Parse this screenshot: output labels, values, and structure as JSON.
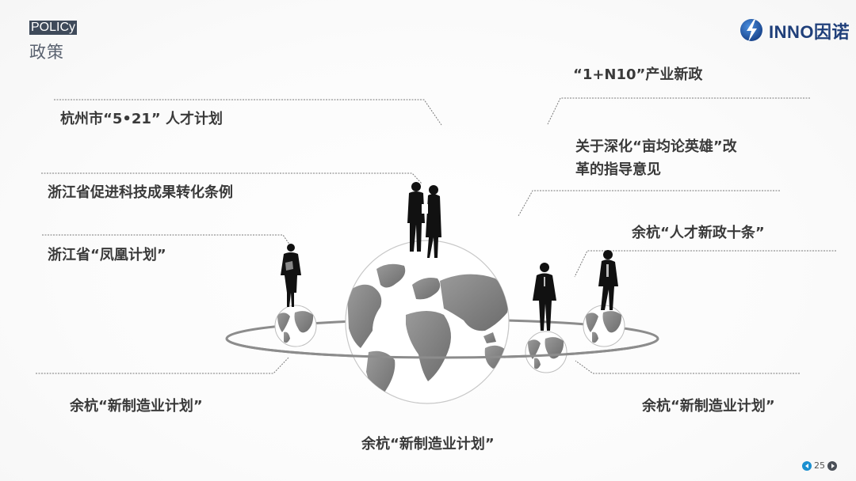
{
  "header": {
    "tag": "POLICy",
    "subtitle": "政策"
  },
  "logo": {
    "text": "INNO因诺",
    "icon": "lightning-globe-icon",
    "colors": {
      "badge": "#1f5fae",
      "text": "#1f3f7a"
    }
  },
  "policies": {
    "left": [
      {
        "label": "杭州市“5•21” 人才计划"
      },
      {
        "label": "浙江省促进科技成果转化条例"
      },
      {
        "label": "浙江省“凤凰计划”"
      },
      {
        "label": "余杭“新制造业计划”"
      }
    ],
    "right": [
      {
        "label": "“1+N10”产业新政"
      },
      {
        "label_line1": "关于深化“亩均论英雄”改",
        "label_line2": "革的指导意见"
      },
      {
        "label": "余杭“人才新政十条”"
      },
      {
        "label": "余杭“新制造业计划”"
      }
    ],
    "bottom": {
      "label": "余杭“新制造业计划”"
    }
  },
  "illustration": {
    "description": "business-people silhouettes standing on globes around a large world globe with orbit ring",
    "colors": {
      "globe_land": "#8a8a8a",
      "orbit": "#8c8c8c",
      "silhouette": "#111111",
      "leader_line": "#777777"
    }
  },
  "pager": {
    "page": "25",
    "prev_icon": "prev-arrow-icon",
    "next_icon": "next-arrow-icon",
    "colors": {
      "prev": "#1a8fd0",
      "next": "#4a4f57"
    }
  }
}
